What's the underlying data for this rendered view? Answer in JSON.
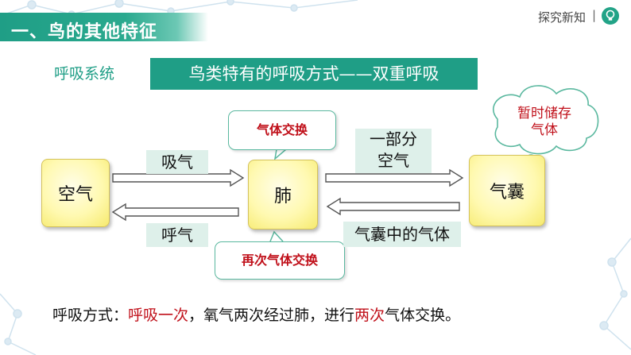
{
  "header": {
    "title": "一、鸟的其他特征",
    "section_nav": "探究新知",
    "separator": "|"
  },
  "section_label": "呼吸系统",
  "banner": "鸟类特有的呼吸方式——双重呼吸",
  "nodes": {
    "air": "空气",
    "lung": "肺",
    "air_sac": "气囊"
  },
  "arrow_labels": {
    "inhale": "吸气",
    "exhale": "呼气",
    "part_air_line1": "一部分",
    "part_air_line2": "空气",
    "gas_in_sac": "气囊中的气体"
  },
  "callouts": {
    "gas_exchange": "气体交换",
    "second_exchange": "再次气体交换",
    "temp_storage_line1": "暂时储存",
    "temp_storage_line2": "气体"
  },
  "summary": {
    "prefix": "呼吸方式：",
    "red1": "呼吸一次",
    "mid": "，氧气两次经过肺，进行",
    "red2": "两次",
    "suffix": "气体交换。"
  },
  "colors": {
    "accent": "#1f9e86",
    "highlight": "#c0101a",
    "node_fill": "#fff9b0"
  }
}
